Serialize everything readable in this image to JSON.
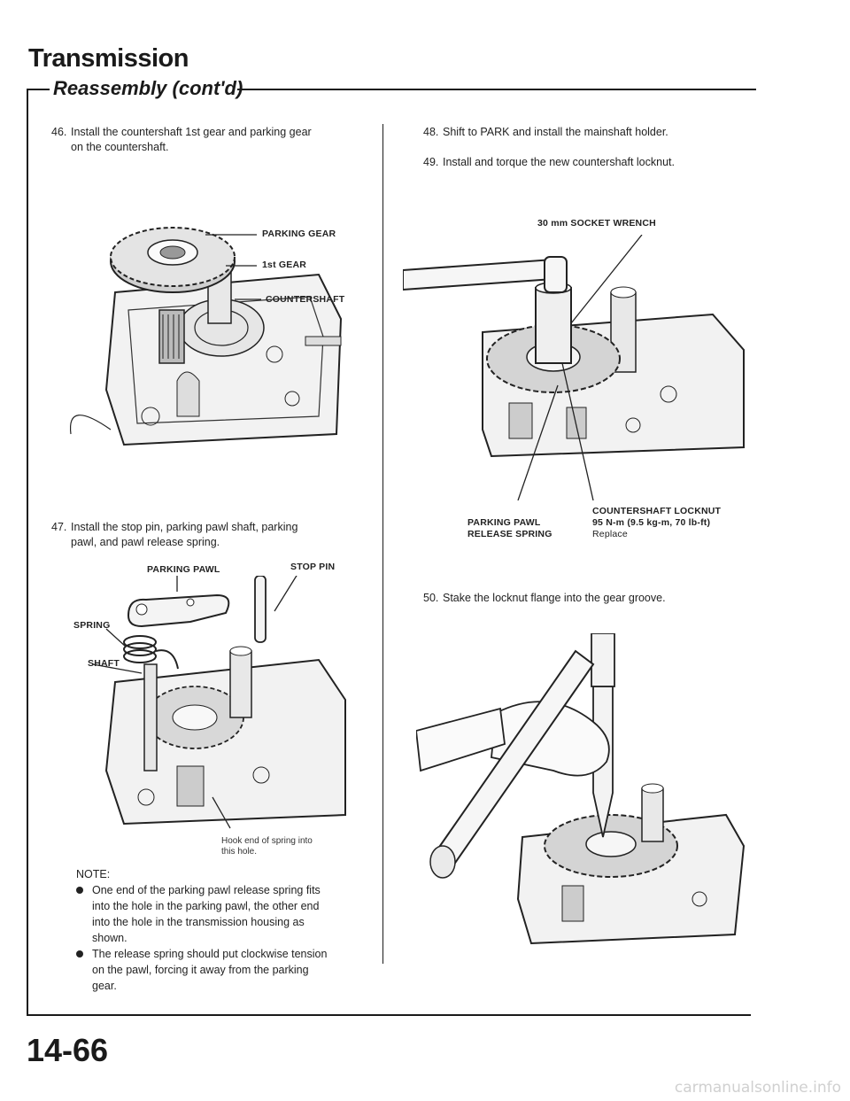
{
  "header": {
    "title": "Transmission",
    "subtitle": "Reassembly (cont'd)"
  },
  "left_column": {
    "step46": {
      "number": "46.",
      "text_line1": "Install the countershaft 1st gear and parking gear",
      "text_line2": "on the countershaft."
    },
    "fig1": {
      "callouts": [
        "PARKING GEAR",
        "1st GEAR",
        "COUNTERSHAFT"
      ]
    },
    "step47": {
      "number": "47.",
      "text_line1": "Install the stop pin, parking pawl shaft, parking",
      "text_line2": "pawl, and pawl release spring."
    },
    "fig2": {
      "callout_pawl": "PARKING PAWL",
      "callout_pin": "STOP PIN",
      "callout_spring": "SPRING",
      "callout_shaft": "SHAFT",
      "hook_line1": "Hook end of spring into",
      "hook_line2": "this hole."
    },
    "note": {
      "heading": "NOTE:",
      "bullet1_lines": [
        "One end of the parking pawl release spring fits",
        "into the hole in the parking pawl, the other end",
        "into the hole in the transmission housing as",
        "shown."
      ],
      "bullet2_lines": [
        "The release spring should put clockwise tension",
        "on the pawl, forcing it away from the parking",
        "gear."
      ]
    }
  },
  "right_column": {
    "step48": {
      "number": "48.",
      "text": "Shift to PARK and install the mainshaft holder."
    },
    "step49": {
      "number": "49.",
      "text": "Install and torque the new countershaft locknut."
    },
    "fig3": {
      "callout_wrench": "30 mm SOCKET WRENCH",
      "callout_locknut": "COUNTERSHAFT LOCKNUT",
      "callout_torque": "95 N-m (9.5 kg-m, 70 lb-ft)",
      "callout_replace": "Replace",
      "callout_pawl_line1": "PARKING PAWL",
      "callout_pawl_line2": "RELEASE SPRING"
    },
    "step50": {
      "number": "50.",
      "text": "Stake the locknut flange into the gear groove."
    }
  },
  "footer": {
    "page_number": "14-66",
    "watermark": "carmanualsonline.info"
  }
}
